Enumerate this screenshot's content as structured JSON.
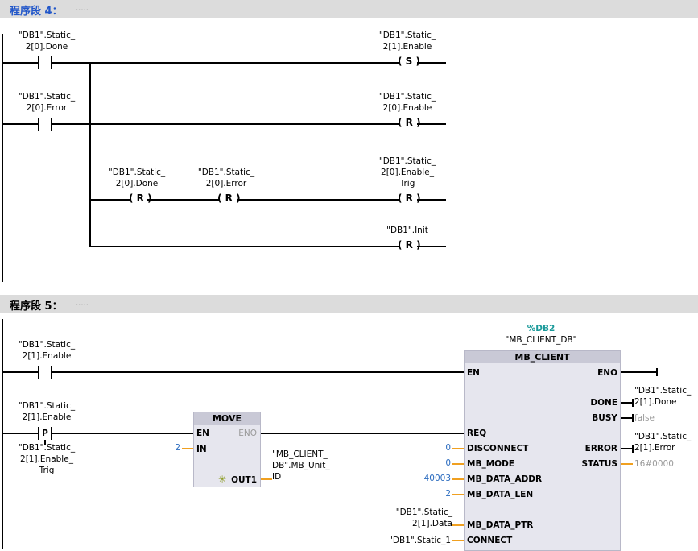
{
  "network4": {
    "title": "程序段 4：",
    "comment": ".....",
    "contacts": {
      "c1": "\"DB1\".Static_\n2[0].Done",
      "c2": "\"DB1\".Static_\n2[0].Error",
      "c3": "\"DB1\".Static_\n2[0].Done",
      "c4": "\"DB1\".Static_\n2[0].Error"
    },
    "coils": {
      "coil1": {
        "label": "\"DB1\".Static_\n2[1].Enable",
        "type": "S"
      },
      "coil2": {
        "label": "\"DB1\".Static_\n2[0].Enable",
        "type": "R"
      },
      "coil3": {
        "label": "\"DB1\".Static_\n2[0].Enable_\nTrig",
        "type": "R"
      },
      "coil4": {
        "label": "\"DB1\".Init",
        "type": "R"
      },
      "coil5": {
        "type": "R"
      },
      "coil6": {
        "type": "R"
      }
    }
  },
  "network5": {
    "title": "程序段 5：",
    "comment": ".....",
    "contact1": "\"DB1\".Static_\n2[1].Enable",
    "contact2": "\"DB1\".Static_\n2[1].Enable",
    "contact2_type": "P",
    "contact2_sub": "\"DB1\".Static_\n2[1].Enable_\nTrig",
    "move": {
      "title": "MOVE",
      "en": "EN",
      "eno": "ENO",
      "in": "IN",
      "in_value": "2",
      "out": "OUT1",
      "out_label": "\"MB_CLIENT_\nDB\".MB_Unit_\nID"
    },
    "client": {
      "instance": "%DB2",
      "instance_name": "\"MB_CLIENT_DB\"",
      "title": "MB_CLIENT",
      "en": "EN",
      "eno": "ENO",
      "req": "REQ",
      "disconnect": "DISCONNECT",
      "disconnect_val": "0",
      "mode": "MB_MODE",
      "mode_val": "0",
      "addr": "MB_DATA_ADDR",
      "addr_val": "40003",
      "len": "MB_DATA_LEN",
      "len_val": "2",
      "ptr": "MB_DATA_PTR",
      "ptr_val": "\"DB1\".Static_\n2[1].Data",
      "connect": "CONNECT",
      "connect_val": "\"DB1\".Static_1",
      "done": "DONE",
      "done_val": "\"DB1\".Static_\n2[1].Done",
      "busy": "BUSY",
      "busy_val": "false",
      "error": "ERROR",
      "error_val": "\"DB1\".Static_\n2[1].Error",
      "status": "STATUS",
      "status_val": "16#0000"
    }
  },
  "colors": {
    "header_bg": "#dcdcdc",
    "title_blue": "#2156c9",
    "instance_teal": "#1a9a9a",
    "pin_wire": "#f0a020",
    "block_bg": "#e6e6ee"
  }
}
